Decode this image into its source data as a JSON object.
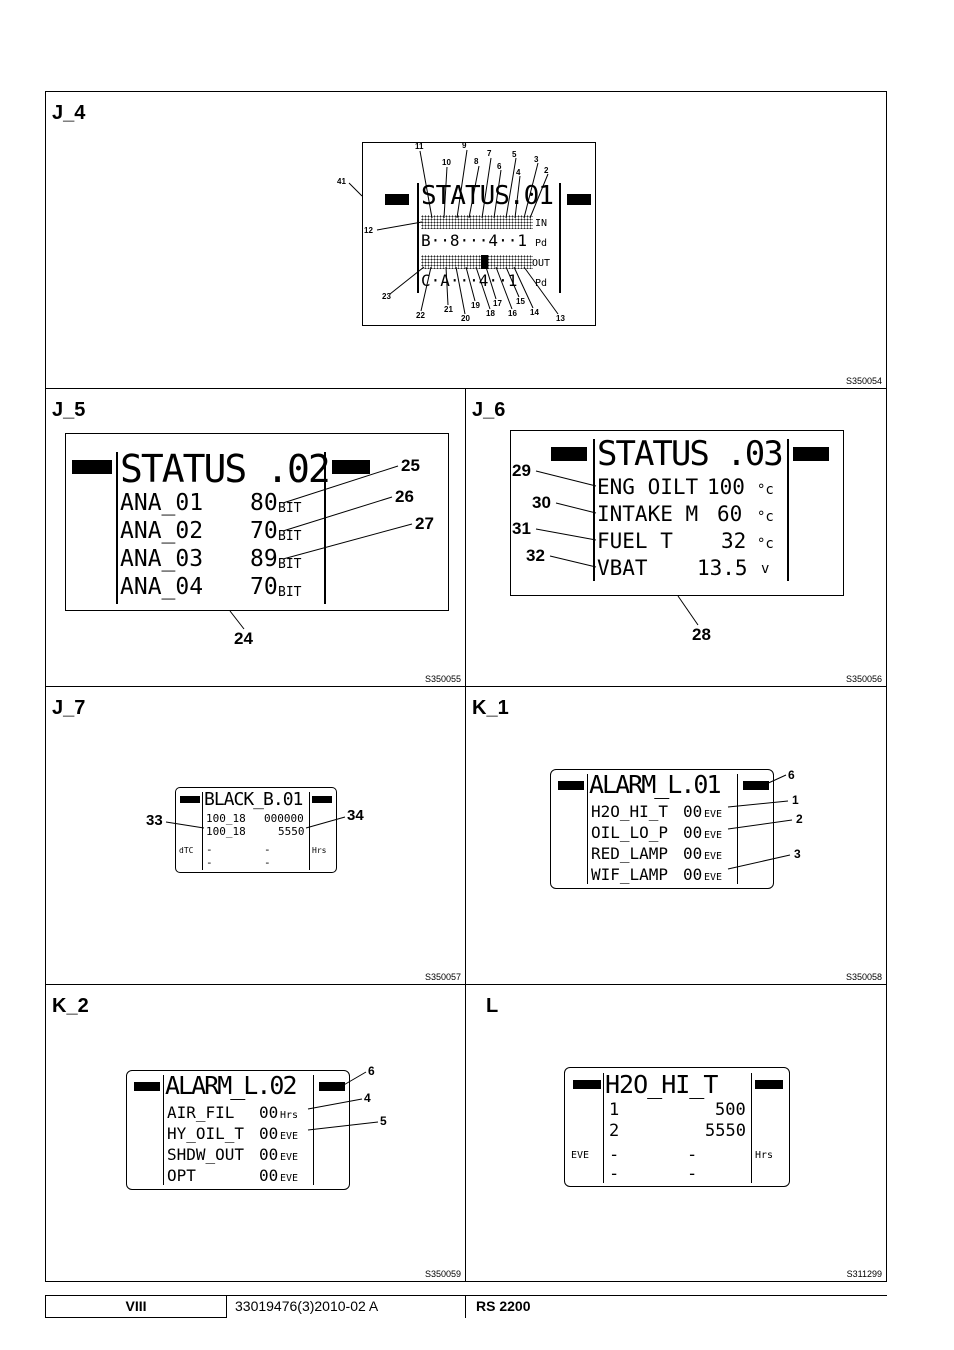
{
  "panels": {
    "j4": {
      "title": "J_4",
      "ref": "S350054",
      "screen_title": "STATUS.01",
      "row_b": "B··8···4··1",
      "row_c": "C·A···4··1",
      "side_in": "IN",
      "side_out": "OUT",
      "side_p1": "Pd",
      "side_p2": "Pd",
      "callouts": [
        "41",
        "11",
        "10",
        "9",
        "8",
        "7",
        "6",
        "5",
        "4",
        "3",
        "2",
        "12",
        "23",
        "22",
        "21",
        "20",
        "19",
        "18",
        "17",
        "16",
        "15",
        "14",
        "13"
      ]
    },
    "j5": {
      "title": "J_5",
      "ref": "S350055",
      "screen_title": "STATUS .02",
      "rows": [
        {
          "name": "ANA_01",
          "value": "80",
          "unit": "BIT"
        },
        {
          "name": "ANA_02",
          "value": "70",
          "unit": "BIT"
        },
        {
          "name": "ANA_03",
          "value": "89",
          "unit": "BIT"
        },
        {
          "name": "ANA_04",
          "value": "70",
          "unit": "BIT"
        }
      ],
      "callouts": [
        "25",
        "26",
        "27",
        "24"
      ]
    },
    "j6": {
      "title": "J_6",
      "ref": "S350056",
      "screen_title": "STATUS .03",
      "rows": [
        {
          "name": "ENG OILT",
          "value": "100",
          "unit": "°c"
        },
        {
          "name": "INTAKE M",
          "value": "60",
          "unit": "°c"
        },
        {
          "name": "FUEL T",
          "value": "32",
          "unit": "°c"
        },
        {
          "name": "VBAT",
          "value": "13.5",
          "unit": "v"
        }
      ],
      "callouts": [
        "29",
        "30",
        "31",
        "32",
        "28"
      ]
    },
    "j7": {
      "title": "J_7",
      "ref": "S350057",
      "screen_title": "BLACK_B.01",
      "row1_a": "100_18",
      "row1_b": "000000",
      "row2_a": "100_18",
      "row2_b": "5550",
      "row3_a": "-",
      "row3_b": "-",
      "row4_a": "-",
      "row4_b": "-",
      "side_left": "dTC",
      "side_right": "Hrs",
      "callouts": [
        "33",
        "34"
      ]
    },
    "k1": {
      "title": "K_1",
      "ref": "S350058",
      "screen_title": "ALARM_L.01",
      "rows": [
        {
          "name": "H2O_HI_T",
          "value": "00",
          "unit": "EVE"
        },
        {
          "name": "OIL_LO_P",
          "value": "00",
          "unit": "EVE"
        },
        {
          "name": "RED_LAMP",
          "value": "00",
          "unit": "EVE"
        },
        {
          "name": "WIF_LAMP",
          "value": "00",
          "unit": "EVE"
        }
      ],
      "callouts": [
        "6",
        "1",
        "2",
        "3"
      ]
    },
    "k2": {
      "title": "K_2",
      "ref": "S350059",
      "screen_title": "ALARM_L.02",
      "rows": [
        {
          "name": "AIR_FIL",
          "value": "00",
          "unit": "Hrs"
        },
        {
          "name": "HY_OIL_T",
          "value": "00",
          "unit": "EVE"
        },
        {
          "name": "SHDW_OUT",
          "value": "00",
          "unit": "EVE"
        },
        {
          "name": "OPT",
          "value": "00",
          "unit": "EVE"
        }
      ],
      "callouts": [
        "6",
        "4",
        "5"
      ]
    },
    "l": {
      "title": "L",
      "ref": "S311299",
      "screen_title": "H2O_HI_T",
      "row1_a": "1",
      "row1_b": "500",
      "row2_a": "2",
      "row2_b": "5550",
      "row3_a": "-",
      "row3_b": "-",
      "row4_a": "-",
      "row4_b": "-",
      "side_left": "EVE",
      "side_right": "Hrs"
    }
  },
  "footer": {
    "page": "VIII",
    "doc": "33019476(3)2010-02 A",
    "model": "RS 2200"
  }
}
